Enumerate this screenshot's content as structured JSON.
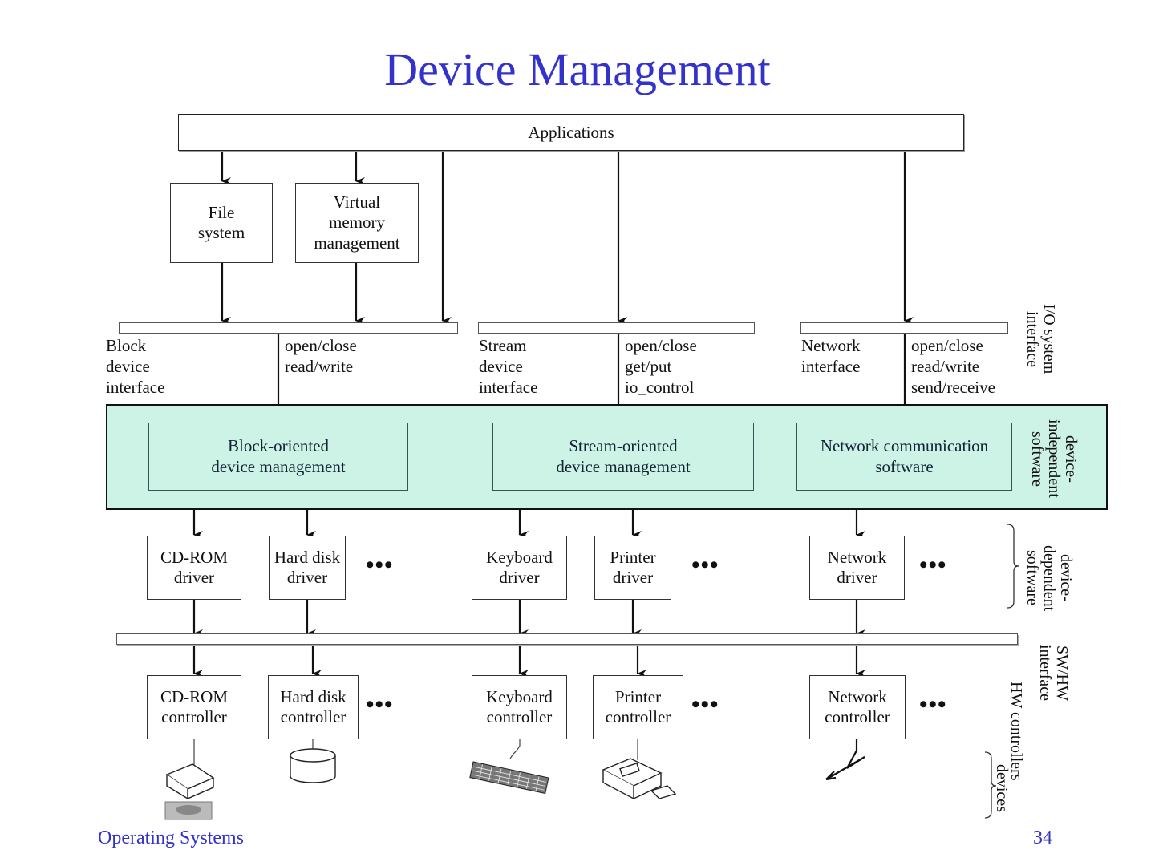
{
  "slide": {
    "title": "Device Management",
    "footer_left": "Operating Systems",
    "page_number": "34"
  },
  "diagram": {
    "applications": "Applications",
    "upper_modules": {
      "file_system": "File\nsystem",
      "virtual_memory": "Virtual\nmemory\nmanagement"
    },
    "interfaces": {
      "block_name": "Block\ndevice\ninterface",
      "block_ops": "open/close\nread/write",
      "stream_name": "Stream\ndevice\ninterface",
      "stream_ops": "open/close\nget/put\nio_control",
      "network_name": "Network\ninterface",
      "network_ops": "open/close\nread/write\nsend/receive"
    },
    "independent": {
      "block": "Block-oriented\ndevice management",
      "stream": "Stream-oriented\ndevice management",
      "network": "Network communication\nsoftware"
    },
    "drivers": {
      "cdrom": "CD-ROM\ndriver",
      "harddisk": "Hard disk\ndriver",
      "keyboard": "Keyboard\ndriver",
      "printer": "Printer\ndriver",
      "network": "Network\ndriver"
    },
    "controllers": {
      "cdrom": "CD-ROM\ncontroller",
      "harddisk": "Hard disk\ncontroller",
      "keyboard": "Keyboard\ncontroller",
      "printer": "Printer\ncontroller",
      "network": "Network\ncontroller"
    },
    "ellipsis": "•••",
    "layer_labels": {
      "io_system": "I/O system\ninterface",
      "device_independent": "device-\nindependent\nsoftware",
      "device_dependent": "device-\ndependent\nsoftware",
      "sw_hw": "SW/HW\ninterface",
      "hw_controllers": "HW controllers",
      "devices": "devices"
    },
    "colors": {
      "title": "#3333cc",
      "independent_layer": "#cdf2e6"
    }
  }
}
